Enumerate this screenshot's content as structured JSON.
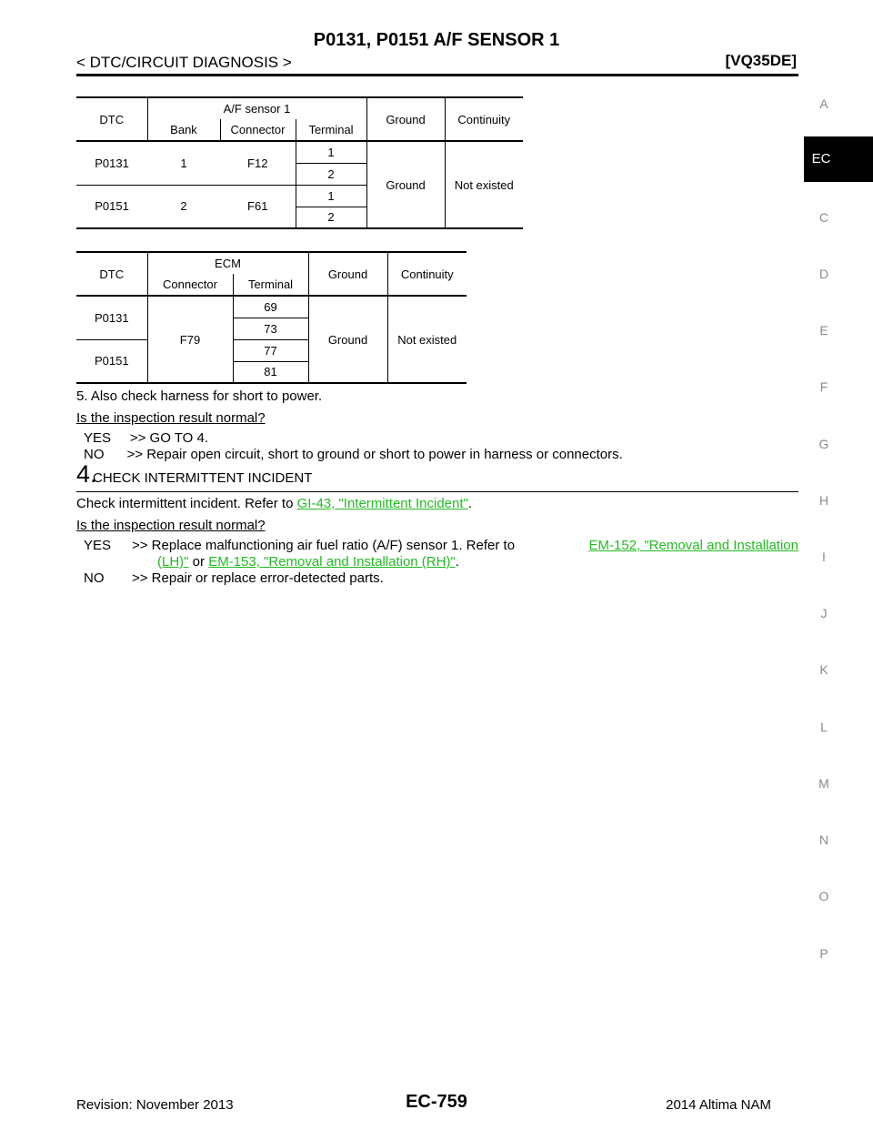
{
  "header": {
    "title": "P0131, P0151 A/F SENSOR 1",
    "breadcrumb": "< DTC/CIRCUIT DIAGNOSIS >",
    "model": "[VQ35DE]"
  },
  "side_index": {
    "items": [
      "A",
      "EC",
      "C",
      "D",
      "E",
      "F",
      "G",
      "H",
      "I",
      "J",
      "K",
      "L",
      "M",
      "N",
      "O",
      "P"
    ],
    "active": "EC"
  },
  "table1": {
    "h_dtc": "DTC",
    "h_group": "A/F sensor 1",
    "h_bank": "Bank",
    "h_connector": "Connector",
    "h_terminal": "Terminal",
    "h_ground": "Ground",
    "h_continuity": "Continuity",
    "rows": [
      {
        "dtc": "P0131",
        "bank": "1",
        "connector": "F12",
        "terminals": [
          "1",
          "2"
        ]
      },
      {
        "dtc": "P0151",
        "bank": "2",
        "connector": "F61",
        "terminals": [
          "1",
          "2"
        ]
      }
    ],
    "ground_value": "Ground",
    "continuity_value": "Not existed"
  },
  "table2": {
    "h_dtc": "DTC",
    "h_group": "ECM",
    "h_connector": "Connector",
    "h_terminal": "Terminal",
    "h_ground": "Ground",
    "h_continuity": "Continuity",
    "dtcs": [
      "P0131",
      "P0151"
    ],
    "connector": "F79",
    "terminals": [
      "69",
      "73",
      "77",
      "81"
    ],
    "ground_value": "Ground",
    "continuity_value": "Not existed"
  },
  "body": {
    "step5": "5.  Also check harness for short to power.",
    "question1": "Is the inspection result normal?",
    "yes1": "YES     >> GO TO 4.",
    "no1": "NO      >> Repair open circuit, short to ground or short to power in harness or connectors.",
    "step4_num": "4.",
    "step4_title": "CHECK INTERMITTENT INCIDENT",
    "check_text": "Check intermittent incident. Refer to ",
    "check_link": "GI-43, \"Intermittent Incident\"",
    "check_end": ".",
    "question2": "Is the inspection result normal?",
    "yes2_label": "YES",
    "yes2_text": ">> Replace malfunctioning air fuel ratio (A/F) sensor 1. Refer to ",
    "yes2_link1a": "EM-152, \"Removal and Installation",
    "yes2_link1b": "(LH)\"",
    "yes2_or": " or ",
    "yes2_link2": "EM-153, \"Removal and Installation (RH)\"",
    "yes2_end": ".",
    "no2_label": "NO",
    "no2_text": ">> Repair or replace error-detected parts."
  },
  "footer": {
    "revision": "Revision: November 2013",
    "page": "EC-759",
    "vehicle": "2014 Altima NAM"
  },
  "colors": {
    "link": "#22bb22",
    "side_text": "#8a8a8a"
  }
}
